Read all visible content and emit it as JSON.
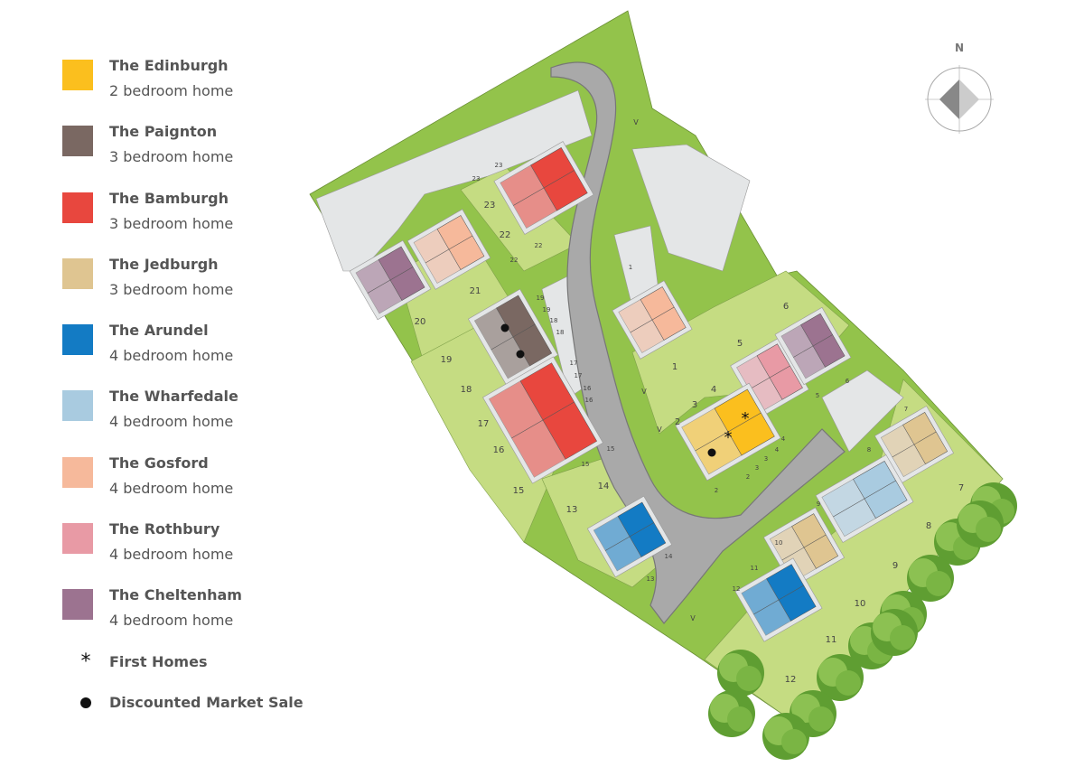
{
  "legend": {
    "house_types": [
      {
        "name": "The Edinburgh",
        "bedrooms": "2 bedroom home",
        "color": "#fbbf1e"
      },
      {
        "name": "The Paignton",
        "bedrooms": "3 bedroom home",
        "color": "#7a6862"
      },
      {
        "name": "The Bamburgh",
        "bedrooms": "3 bedroom home",
        "color": "#e8473e"
      },
      {
        "name": "The Jedburgh",
        "bedrooms": "3 bedroom home",
        "color": "#dfc591"
      },
      {
        "name": "The Arundel",
        "bedrooms": "4 bedroom home",
        "color": "#137bc4"
      },
      {
        "name": "The Wharfedale",
        "bedrooms": "4 bedroom home",
        "color": "#a9cbe0"
      },
      {
        "name": "The Gosford",
        "bedrooms": "4 bedroom home",
        "color": "#f6b99b"
      },
      {
        "name": "The Rothbury",
        "bedrooms": "4 bedroom home",
        "color": "#e89aa5"
      },
      {
        "name": "The Cheltenham",
        "bedrooms": "4 bedroom home",
        "color": "#9c7390"
      }
    ],
    "markers": [
      {
        "symbol": "*",
        "label": "First Homes"
      },
      {
        "symbol": "dot",
        "label": "Discounted Market Sale"
      }
    ]
  },
  "compass": {
    "label": "N"
  },
  "map": {
    "colors": {
      "open_space": "#93c34b",
      "garden": "#c5dc82",
      "road": "#a9a9a9",
      "paving": "#e4e6e7",
      "tree": "#6fae3a"
    },
    "plots": [
      "1",
      "2",
      "3",
      "4",
      "5",
      "6",
      "7",
      "8",
      "9",
      "10",
      "11",
      "12",
      "13",
      "14",
      "15",
      "16",
      "17",
      "18",
      "19",
      "20",
      "21",
      "22",
      "23"
    ],
    "parking_labels": [
      "23",
      "23",
      "22",
      "22",
      "19",
      "19",
      "18",
      "18",
      "17",
      "17",
      "16",
      "16",
      "15",
      "15",
      "1",
      "4",
      "4",
      "3",
      "3",
      "2",
      "2",
      "5",
      "6",
      "7",
      "8",
      "9",
      "10",
      "11",
      "12",
      "13",
      "14"
    ],
    "visitor_label": "V"
  }
}
